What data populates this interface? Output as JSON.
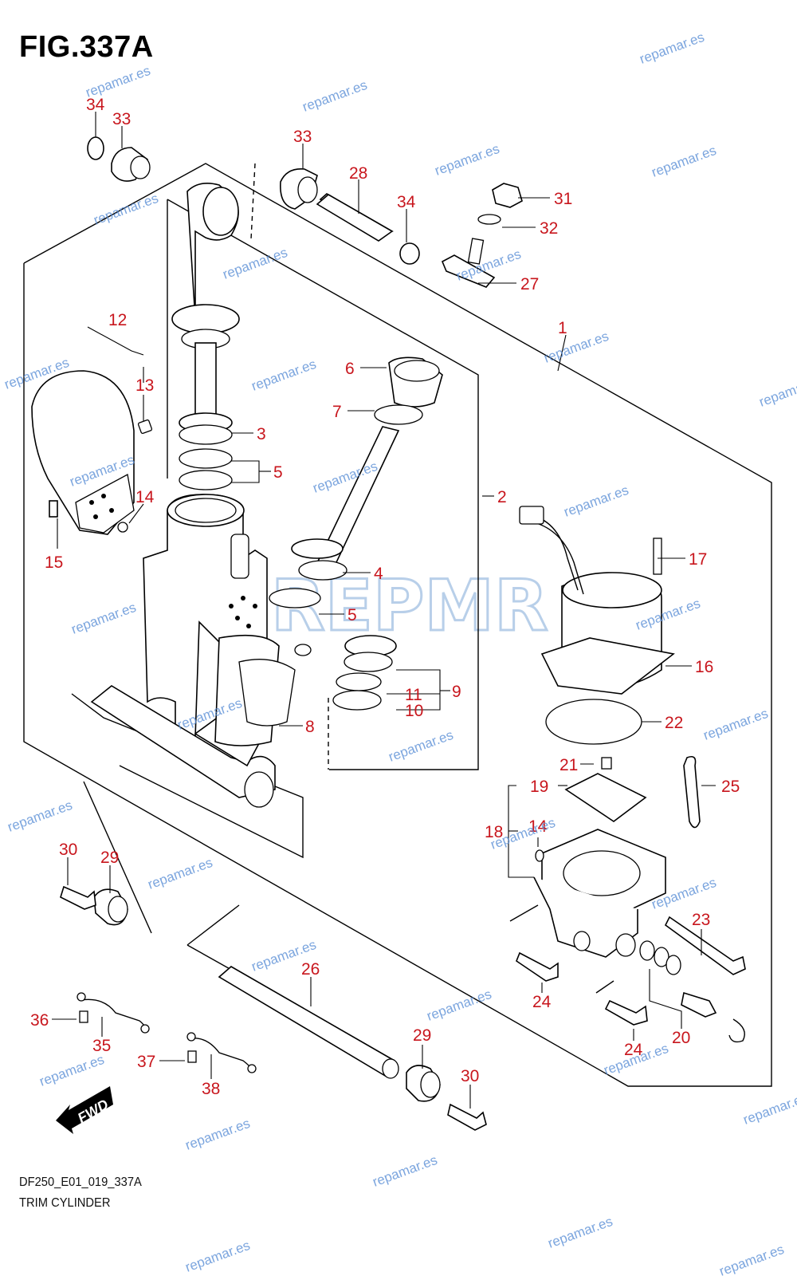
{
  "figure": {
    "title": "FIG.337A",
    "code": "DF250_E01_019_337A",
    "name": "TRIM CYLINDER"
  },
  "watermark": {
    "text": "repamar.es",
    "logo_text": "REPMR"
  },
  "callouts": [
    "1",
    "2",
    "3",
    "4",
    "5",
    "6",
    "7",
    "8",
    "9",
    "10",
    "11",
    "12",
    "13",
    "14",
    "15",
    "16",
    "17",
    "18",
    "19",
    "20",
    "21",
    "22",
    "23",
    "24",
    "25",
    "26",
    "27",
    "28",
    "29",
    "30",
    "31",
    "32",
    "33",
    "34",
    "35",
    "36",
    "37",
    "38"
  ],
  "direction_marker": "FWD",
  "colors": {
    "callout": "#c8161d",
    "watermark": "#5b8fd6",
    "line": "#000000"
  }
}
